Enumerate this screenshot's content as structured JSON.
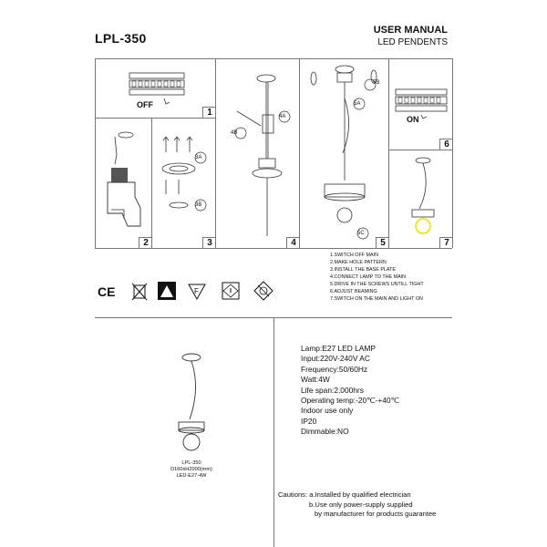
{
  "header": {
    "model": "LPL-350",
    "title": "USER MANUAL",
    "subtitle": "LED PENDENTS"
  },
  "panels": [
    {
      "number": "1",
      "label": "OFF"
    },
    {
      "number": "2"
    },
    {
      "number": "3",
      "callouts": [
        "3A",
        "3B"
      ]
    },
    {
      "number": "4",
      "callouts": [
        "4A",
        "4B"
      ]
    },
    {
      "number": "5",
      "callouts": [
        "5A",
        "5B",
        "5C"
      ]
    },
    {
      "number": "6",
      "label": "ON"
    },
    {
      "number": "7"
    }
  ],
  "steps": [
    "1.SWITCH OFF MAIN",
    "2.MAKE HOLE PATTERN",
    "3.INSTALL THE BASE PLATE",
    "4.CONNECT LAMP TO THE MAIN",
    "5.DRIVE IN THE SCREWS UNTILL TIGHT",
    "6.ADJUST BEAMING",
    "7.SWITCH ON THE MAIN AND LIGHT ON"
  ],
  "certifications": [
    "ce-mark-icon",
    "weee-bin-icon",
    "indoor-use-icon",
    "f-mark-icon",
    "warning-icon",
    "no-covering-icon"
  ],
  "product": {
    "caption_lines": [
      "LPL-350",
      "D160xH2000(mm)",
      "LED-E27-4W"
    ]
  },
  "specs": [
    "Lamp:E27 LED LAMP",
    "Input:220V-240V AC",
    "Frequency:50/60Hz",
    "Watt:4W",
    "Life span:2,000hrs",
    "Operating temp:-20℃-+40℃",
    "Indoor use only",
    "IP20",
    "Dimmable:NO"
  ],
  "cautions": [
    "Cautions: a.Installed by qualified electrician",
    "b.Use only power-supply supplied",
    "by manufacturer for products guarantee"
  ],
  "colors": {
    "line": "#777777",
    "drawing": "#333333",
    "bulb_glow": "#e8e600"
  }
}
